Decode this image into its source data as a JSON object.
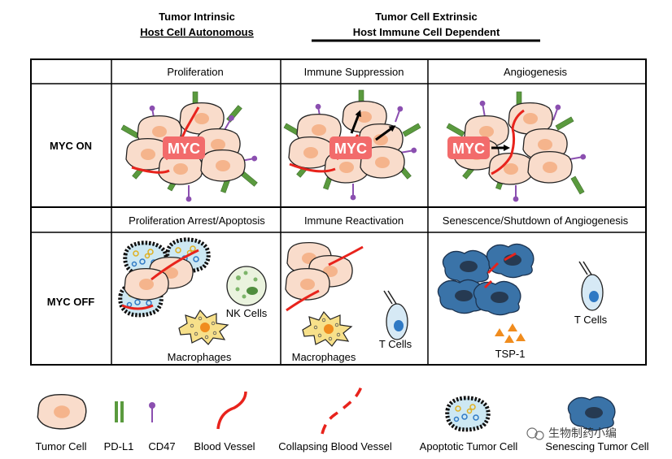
{
  "headers": {
    "intrinsic_line1": "Tumor Intrinsic",
    "intrinsic_line2": "Host Cell Autonomous",
    "extrinsic_line1": "Tumor Cell Extrinsic",
    "extrinsic_line2": "Host Immune Cell Dependent"
  },
  "rows": {
    "on_label": "MYC ON",
    "off_label": "MYC OFF"
  },
  "on_captions": [
    "Proliferation",
    "Immune Suppression",
    "Angiogenesis"
  ],
  "off_captions": [
    "Proliferation Arrest/Apoptosis",
    "Immune Reactivation",
    "Senescence/Shutdown of Angiogenesis"
  ],
  "myc_badge": "MYC",
  "cell_labels": {
    "nk_cells": "NK Cells",
    "macrophages": "Macrophages",
    "t_cells": "T Cells",
    "tsp1": "TSP-1"
  },
  "legend": [
    "Tumor Cell",
    "PD-L1",
    "CD47",
    "Blood Vessel",
    "Collapsing Blood Vessel",
    "Apoptotic Tumor Cell",
    "Senescing Tumor Cell"
  ],
  "watermark": "生物制药小编",
  "colors": {
    "tumor_fill": "#f9dccb",
    "tumor_nucleus": "#f5b48c",
    "myc_badge": "#f26b6b",
    "vessel": "#e8231c",
    "pdl1": "#5a9a3e",
    "cd47": "#8b4fb0",
    "senescent": "#3a73a8",
    "apoptotic_fill": "#cde8f3",
    "nk_fill": "#eaf3de",
    "nk_granule": "#7db56a",
    "macrophage": "#f7e08a",
    "tcell_fill": "#d6e9f5",
    "tcell_nucleus": "#2f79c4",
    "tsp1": "#f08c1e"
  }
}
